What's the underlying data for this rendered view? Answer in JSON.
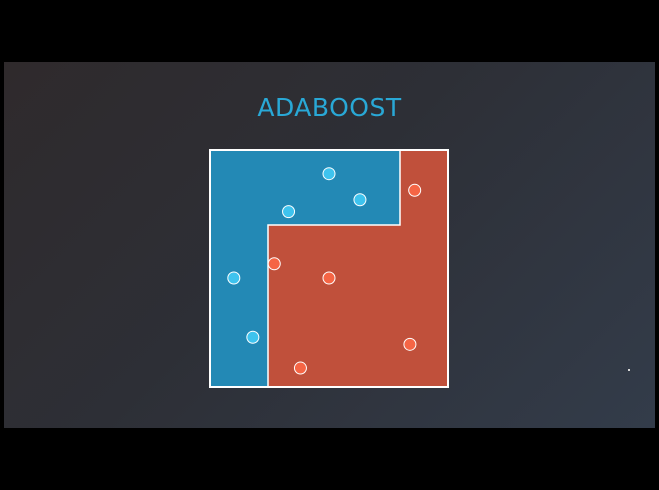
{
  "title": "ADABOOST",
  "colors": {
    "blue_region": "#2389b5",
    "red_region": "#c0503b",
    "blue_point": "#3ec3ee",
    "red_point": "#f56545",
    "border": "#ffffff",
    "title": "#29a8d6"
  },
  "points": [
    {
      "class": "blue",
      "x": 0.5,
      "y": 0.1
    },
    {
      "class": "blue",
      "x": 0.63,
      "y": 0.21
    },
    {
      "class": "blue",
      "x": 0.33,
      "y": 0.26
    },
    {
      "class": "blue",
      "x": 0.1,
      "y": 0.54
    },
    {
      "class": "blue",
      "x": 0.18,
      "y": 0.79
    },
    {
      "class": "red",
      "x": 0.86,
      "y": 0.17
    },
    {
      "class": "red",
      "x": 0.27,
      "y": 0.48
    },
    {
      "class": "red",
      "x": 0.5,
      "y": 0.54
    },
    {
      "class": "red",
      "x": 0.84,
      "y": 0.82
    },
    {
      "class": "red",
      "x": 0.38,
      "y": 0.92
    }
  ]
}
